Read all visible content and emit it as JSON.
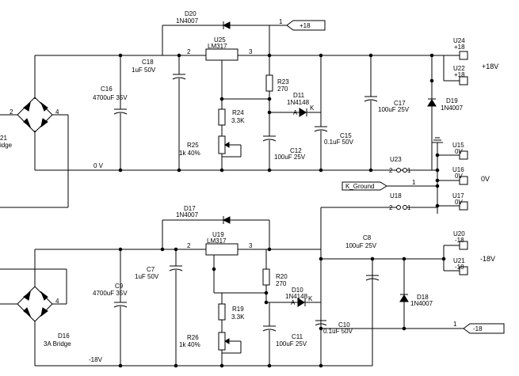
{
  "schematic": {
    "top_supply": {
      "regulator": {
        "ref": "U25",
        "part": "LM317",
        "pin_in": "2",
        "pin_out": "3"
      },
      "bypass_diode": {
        "ref": "D20",
        "part": "1N4007"
      },
      "cap_in_bulk": {
        "ref": "C16",
        "value": "4700uF 35V"
      },
      "cap_in": {
        "ref": "C18",
        "value": "1uF 50V"
      },
      "res_set": {
        "ref": "R23",
        "value": "270"
      },
      "res_adj": {
        "ref": "R24",
        "value": "3.3K"
      },
      "pot": {
        "ref": "R25",
        "value": "1k 40%"
      },
      "adj_diode": {
        "ref": "D11",
        "part": "1N4148",
        "pin_a": "A",
        "pin_k": "K"
      },
      "cap_adj": {
        "ref": "C12",
        "value": "100uF 25V"
      },
      "cap_out": {
        "ref": "C15",
        "value": "0.1uF 50V"
      },
      "cap_out_bulk": {
        "ref": "C17",
        "value": "100uF 25V"
      },
      "protect_diode": {
        "ref": "D19",
        "part": "1N4007"
      },
      "bridge": {
        "ref": "21",
        "part": "idge",
        "pin2": "2",
        "pin4": "4"
      },
      "rail_flag": "+18",
      "ground_label": "0 V",
      "outputs": [
        {
          "ref": "U24",
          "value": "+18"
        },
        {
          "ref": "U22",
          "value": "+18"
        }
      ],
      "rail_label": "+18V"
    },
    "ground": {
      "outputs": [
        {
          "ref": "U15",
          "value": "0V"
        },
        {
          "ref": "U16",
          "value": "0V"
        },
        {
          "ref": "U17",
          "value": "0V"
        }
      ],
      "rail_label": "0V",
      "link_top": {
        "ref": "U23",
        "pin_a": "2",
        "pin_b": "1"
      },
      "link_bottom": {
        "ref": "U18",
        "pin_a": "2",
        "pin_b": "1"
      },
      "k_ground_flag": "K_Ground",
      "k_ground_pin": "1"
    },
    "bottom_supply": {
      "regulator": {
        "ref": "U19",
        "part": "LM317",
        "pin_in": "2",
        "pin_out": "3"
      },
      "bypass_diode": {
        "ref": "D17",
        "part": "1N4007"
      },
      "cap_in_bulk": {
        "ref": "C9",
        "value": "4700uF 35V"
      },
      "cap_in": {
        "ref": "C7",
        "value": "1uF 50V"
      },
      "res_set": {
        "ref": "R20",
        "value": "270"
      },
      "res_adj": {
        "ref": "R19",
        "value": "3.3K"
      },
      "pot": {
        "ref": "R26",
        "value": "1k 40%"
      },
      "adj_diode": {
        "ref": "D10",
        "part": "1N4148",
        "pin_a": "A",
        "pin_k": "K"
      },
      "cap_adj": {
        "ref": "C11",
        "value": "100uF 25V"
      },
      "cap_out": {
        "ref": "C10",
        "value": "0.1uF 50V"
      },
      "cap_out_bulk": {
        "ref": "C8",
        "value": "100uF 25V"
      },
      "protect_diode": {
        "ref": "D18",
        "part": "1N4007"
      },
      "bridge": {
        "ref": "D16",
        "part": "3A Bridge",
        "pin4": "4"
      },
      "rail_flag": "-18",
      "ground_label": "-18V",
      "outputs": [
        {
          "ref": "U20",
          "value": "-18"
        },
        {
          "ref": "U21",
          "value": "-18"
        }
      ],
      "rail_label": "-18V"
    }
  }
}
